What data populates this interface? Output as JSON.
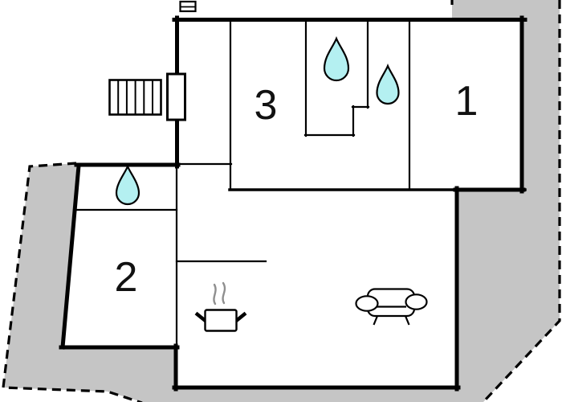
{
  "plan": {
    "title": "apartment-floor-plan",
    "rooms": [
      {
        "id": "room-1",
        "label": "1"
      },
      {
        "id": "room-2",
        "label": "2"
      },
      {
        "id": "room-3",
        "label": "3"
      }
    ]
  },
  "colors": {
    "terrace": "#c5c5c5",
    "water": "#b4f0f1",
    "wall": "#000000",
    "steam": "#8f8f8f",
    "floor": "#ffffff"
  },
  "icons": {
    "water_drop": "water-drop-icon",
    "stairs": "stairs-icon",
    "entry_door": "door-icon",
    "chimney": "chimney-icon",
    "cooking_pot": "cooking-pot-icon",
    "sofa": "sofa-icon"
  }
}
